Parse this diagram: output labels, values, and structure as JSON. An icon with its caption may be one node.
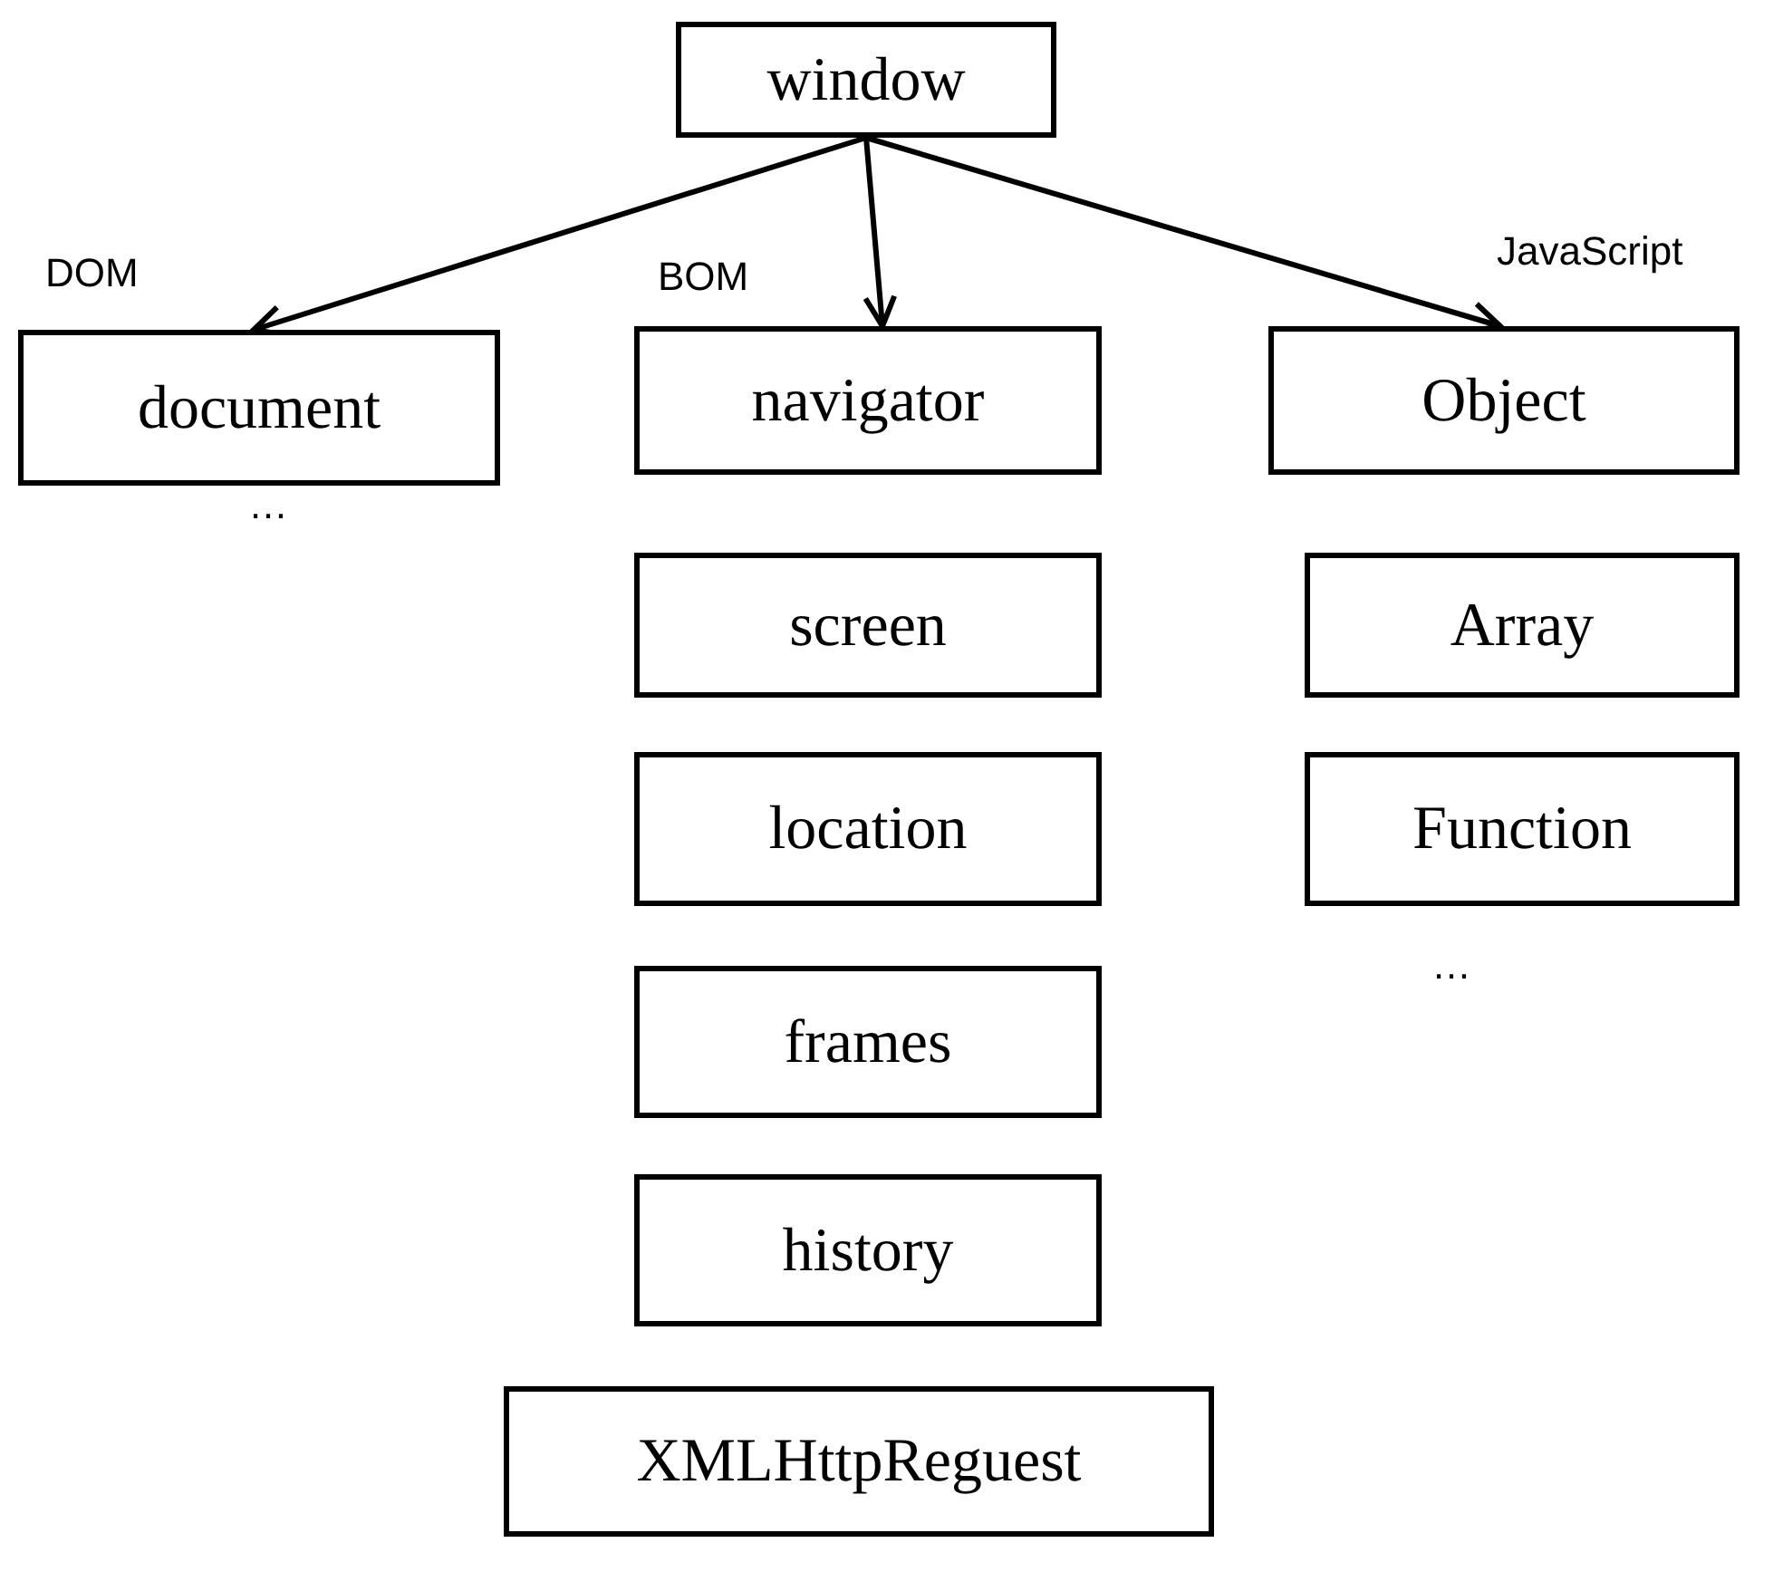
{
  "diagram": {
    "nodes": [
      {
        "text": [
          "window"
        ]
      },
      {
        "text": [
          "document"
        ]
      },
      {
        "text": [
          "navigator"
        ]
      },
      {
        "text": [
          "Object"
        ]
      },
      {
        "text": [
          "screen"
        ]
      },
      {
        "text": [
          "Array"
        ]
      },
      {
        "text": [
          "location"
        ]
      },
      {
        "text": [
          "Function"
        ]
      },
      {
        "text": [
          "frames"
        ]
      },
      {
        "text": [
          "history"
        ]
      },
      {
        "text": [
          "XMLHttpReguest"
        ]
      }
    ],
    "edges": [
      {
        "from": 0,
        "to": 1,
        "arrow": "to"
      },
      {
        "from": 0,
        "to": 2,
        "arrow": "to"
      },
      {
        "from": 0,
        "to": 3,
        "arrow": "to"
      }
    ],
    "labels": [
      "DOM",
      "BOM",
      "JavaScript",
      "…",
      "…"
    ]
  }
}
